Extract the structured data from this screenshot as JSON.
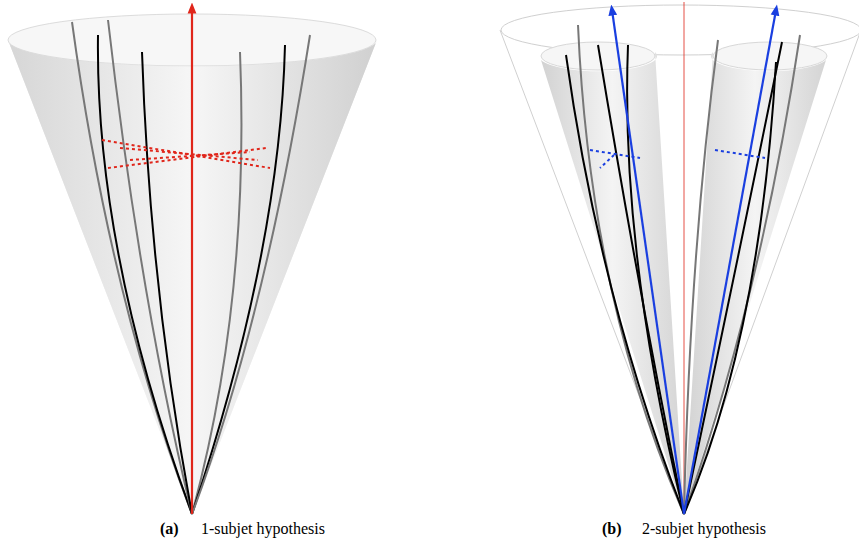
{
  "diagram": {
    "labels": [
      "(a)",
      "1-subjet hypothesis",
      "(b)",
      "2-subjet hypothesis"
    ]
  }
}
